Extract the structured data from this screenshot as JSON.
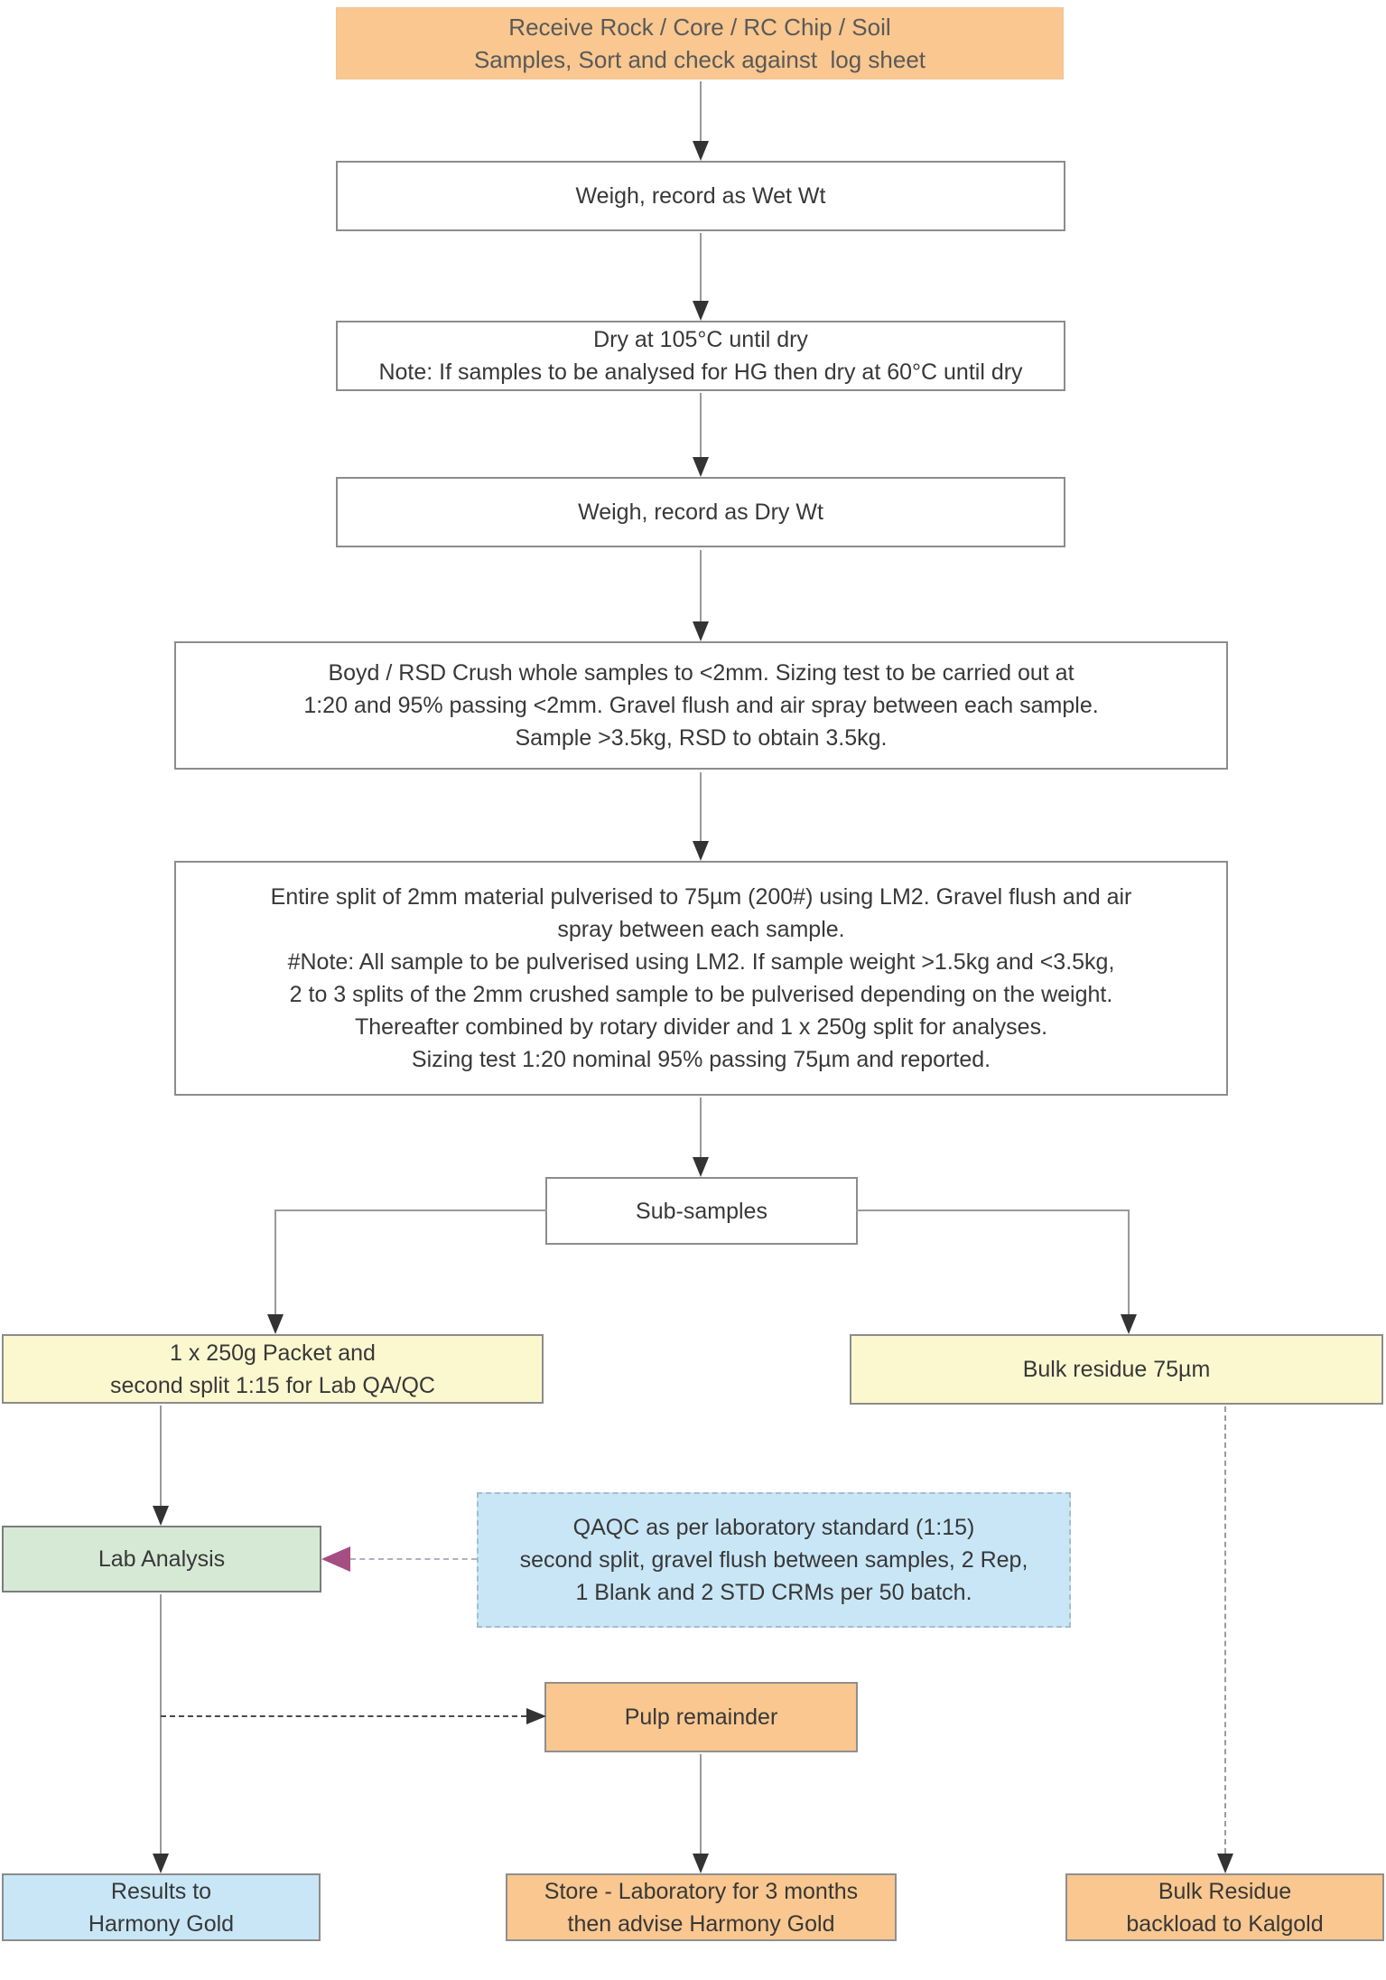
{
  "nodes": {
    "receive": {
      "lines": [
        "Receive Rock / Core / RC Chip / Soil",
        "Samples, Sort and check against  log sheet"
      ]
    },
    "weigh_wet": {
      "lines": [
        "Weigh, record as Wet Wt"
      ]
    },
    "dry": {
      "lines": [
        "Dry at 105°C until dry",
        "Note: If samples to be analysed for HG then dry at 60°C until dry"
      ]
    },
    "weigh_dry": {
      "lines": [
        "Weigh, record as Dry Wt"
      ]
    },
    "crush": {
      "lines": [
        "Boyd / RSD Crush whole samples to <2mm. Sizing test to be carried out at",
        "1:20 and 95% passing <2mm. Gravel flush and air spray between each sample.",
        "Sample >3.5kg, RSD to obtain 3.5kg."
      ]
    },
    "pulverise": {
      "lines": [
        "Entire split of 2mm material pulverised to 75µm (200#) using LM2. Gravel flush and air",
        "spray between each sample.",
        "#Note: All sample to be pulverised using LM2. If sample weight >1.5kg and <3.5kg,",
        "2 to 3 splits of the 2mm crushed sample to be pulverised depending on the weight.",
        "Thereafter combined by rotary divider and 1 x 250g split for analyses.",
        "Sizing test 1:20 nominal 95% passing 75µm and reported."
      ]
    },
    "sub_samples": {
      "lines": [
        "Sub-samples"
      ]
    },
    "packet_split": {
      "lines": [
        "1 x 250g Packet and",
        "second split 1:15 for Lab QA/QC"
      ]
    },
    "bulk_residue": {
      "lines": [
        "Bulk residue 75µm"
      ]
    },
    "lab_analysis": {
      "lines": [
        "Lab Analysis"
      ]
    },
    "qaqc": {
      "lines": [
        "QAQC as per laboratory standard (1:15)",
        "second split, gravel flush between samples, 2 Rep,",
        "1 Blank and 2 STD CRMs per 50 batch."
      ]
    },
    "pulp_remainder": {
      "lines": [
        "Pulp remainder"
      ]
    },
    "results": {
      "lines": [
        "Results to",
        "Harmony Gold"
      ]
    },
    "store": {
      "lines": [
        "Store - Laboratory for 3 months",
        "then advise Harmony Gold"
      ]
    },
    "backload": {
      "lines": [
        "Bulk Residue",
        "backload to Kalgold"
      ]
    }
  },
  "colors": {
    "orange_fill": "#F9C78F",
    "yellow_fill": "#FBF8CF",
    "green_fill": "#D6E9D5",
    "blue_fill": "#C8E6F6",
    "box_border_grey": "#8C8C8C",
    "dashed_border_blue": "#A6BDCB",
    "connector_grey": "#9A9A9A",
    "arrowhead_dark": "#333333",
    "arrowhead_magenta": "#A64D83",
    "text_dark": "#383838",
    "header_text_grey": "#595959"
  }
}
